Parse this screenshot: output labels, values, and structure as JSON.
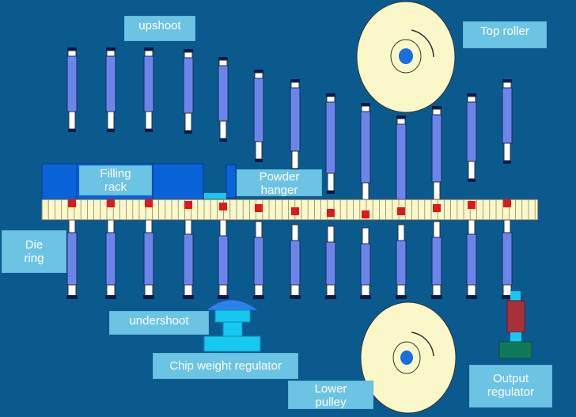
{
  "labels": {
    "upshoot": "upshoot",
    "top_roller": "Top roller",
    "filling_rack": [
      "Filling",
      "rack"
    ],
    "powder_hanger": [
      "Powder",
      "hanger"
    ],
    "die_ring": [
      "Die",
      "ring"
    ],
    "undershoot": "undershoot",
    "chip_weight_regulator": "Chip weight regulator",
    "lower_pulley": [
      "Lower",
      "pulley"
    ],
    "output_regulator": [
      "Output",
      "regulator"
    ]
  },
  "colors": {
    "background": "#0b5a8e",
    "label_bg": "#6cc4e4",
    "punch_blue": "#6b86e8",
    "rack_blue": "#0a62d8",
    "roller_fill": "#faf8c8",
    "roller_hub": "#1a6fe0",
    "die_ring_fill": "#fdf8c8",
    "die_red": "#e01818",
    "regulator_cyan": "#17c8f0",
    "regulator_red": "#a8303a",
    "regulator_green": "#0e7a5a",
    "pulley_dome": "#2a82ea"
  }
}
